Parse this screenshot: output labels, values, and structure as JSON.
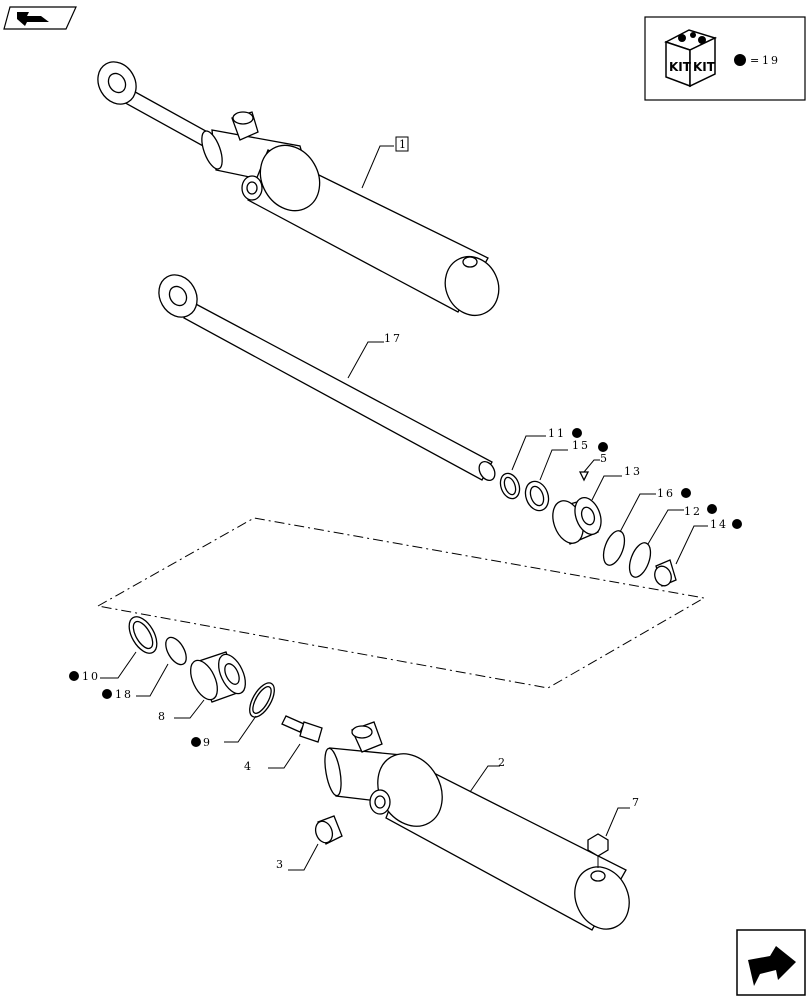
{
  "kit_legend": {
    "box_label_1": "KIT",
    "box_label_2": "KIT",
    "equals": "=",
    "ref": "19"
  },
  "callouts": {
    "p1": "1",
    "p2": "2",
    "p3": "3",
    "p4": "4",
    "p5": "5",
    "p7": "7",
    "p8": "8",
    "p9": "9",
    "p10": "10",
    "p11": "11",
    "p12": "12",
    "p13": "13",
    "p14": "14",
    "p15": "15",
    "p16": "16",
    "p17": "17",
    "p18": "18"
  },
  "icons": {
    "top_left": "previous-page-icon",
    "bottom_right": "next-page-icon",
    "kit": "kit-box-icon"
  }
}
